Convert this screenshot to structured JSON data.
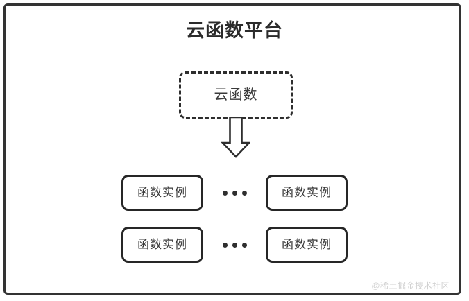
{
  "diagram": {
    "title": "云函数平台",
    "cloud_function": {
      "label": "云函数",
      "border_style": "dashed"
    },
    "arrow": {
      "icon": "down-block-arrow",
      "direction": "down"
    },
    "instance_rows": [
      {
        "left_instance": "函数实例",
        "ellipsis": "•••",
        "right_instance": "函数实例"
      },
      {
        "left_instance": "函数实例",
        "ellipsis": "•••",
        "right_instance": "函数实例"
      }
    ],
    "watermark": "@稀土掘金技术社区",
    "colors": {
      "frame_border": "#333333",
      "box_border": "#262626",
      "dashed_border": "#2e2e2e",
      "title_text": "#2b2b2b",
      "body_text": "#3b3b3b",
      "watermark_text": "#d0d0d0",
      "background": "#ffffff"
    }
  }
}
